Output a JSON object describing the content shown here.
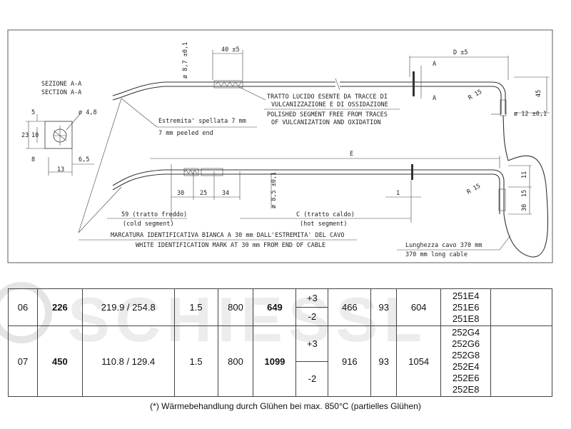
{
  "drawing": {
    "section_it": "SEZIONE A-A",
    "section_en": "SECTION A-A",
    "dim_diam48": "ø 4,8",
    "dim_5": "5",
    "dim_10": "10",
    "dim_23": "23",
    "dim_8": "8",
    "dim_65": "6,5",
    "dim_13": "13",
    "dim_87": "ø 8,7 ±0,1",
    "dim_40": "40 ±5",
    "dim_D": "D ±5",
    "label_A1": "A",
    "label_A2": "A",
    "dim_45": "45",
    "dim_R15a": "R 15",
    "dim_12": "ø 12 ±0,1",
    "polished_it_1": "TRATTO LUCIDO ESENTE DA TRACCE DI",
    "polished_it_2": "VULCANIZZAZIONE E DI OSSIDAZIONE",
    "polished_en_1": "POLISHED SEGMENT FREE FROM TRACES",
    "polished_en_2": "OF VULCANIZATION AND OXIDATION",
    "peeled_it": "Estremita' spellata 7 mm",
    "peeled_en": "7 mm peeled end",
    "dim_E": "E",
    "dim_30a": "30",
    "dim_25": "25",
    "dim_34": "34",
    "dim_85": "ø 8,5 ±0,1",
    "dim_1": "1",
    "dim_R15b": "R 15",
    "dim_11": "11",
    "dim_15": "15",
    "dim_30b": "30",
    "cold_it": "59 (tratto freddo)",
    "cold_en": "(cold segment)",
    "hot_it": "C (tratto caldo)",
    "hot_en": "(hot segment)",
    "mark_it": "MARCATURA IDENTIFICATIVA BIANCA A 30 mm DALL'ESTREMITA' DEL CAVO",
    "mark_en": "WHITE IDENTIFICATION MARK AT 30 mm FROM END OF CABLE",
    "cable_it": "Lunghezza cavo 370 mm",
    "cable_en": "370 mm long cable"
  },
  "watermark": "SCHIESSL",
  "table": {
    "rows": [
      {
        "no": "06",
        "watt": "226",
        "ohm": "219.9 / 254.8",
        "a": "1.5",
        "b": "800",
        "c": "649",
        "tol_plus": "+3",
        "tol_minus": "-2",
        "d": "466",
        "e": "93",
        "f": "604",
        "codes": [
          "251E4",
          "251E6",
          "251E8"
        ]
      },
      {
        "no": "07",
        "watt": "450",
        "ohm": "110.8 / 129.4",
        "a": "1.5",
        "b": "800",
        "c": "1099",
        "tol_plus": "+3",
        "tol_minus": "-2",
        "d": "916",
        "e": "93",
        "f": "1054",
        "codes": [
          "252G4",
          "252G6",
          "252G8",
          "252E4",
          "252E6",
          "252E8"
        ]
      }
    ]
  },
  "footnote": "(*) Wärmebehandlung durch Glühen bei max. 850°C (partielles Glühen)"
}
